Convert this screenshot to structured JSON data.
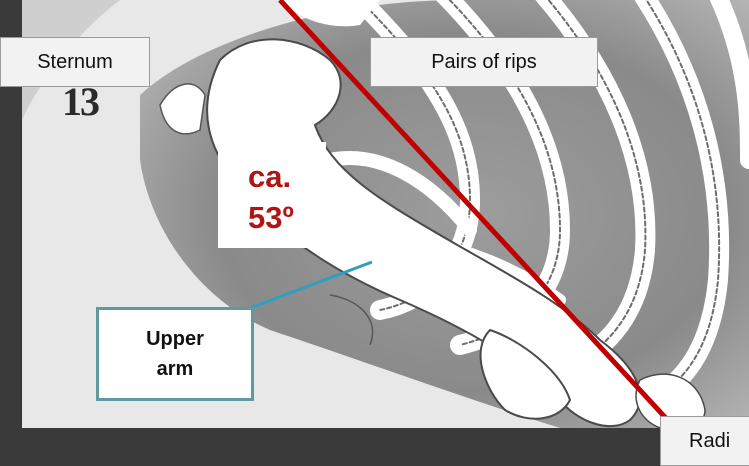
{
  "labels": {
    "sternum": "Sternum",
    "ribs": "Pairs of rips",
    "angle_line1": "ca.",
    "angle_line2": "53º",
    "upper_arm_line1": "Upper",
    "upper_arm_line2": "arm",
    "radius_partial": "Radi"
  },
  "illustration_number": "13",
  "colors": {
    "background": "#3a3a3a",
    "angle_line": "#c00000",
    "angle_text": "#b01515",
    "connector": "#2f9fc0",
    "arm_box_border": "#5e9aa0"
  }
}
